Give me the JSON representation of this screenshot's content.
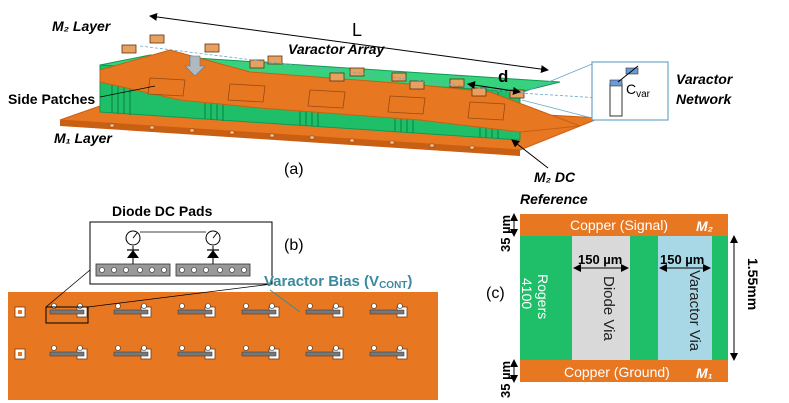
{
  "panel_a": {
    "tag": "(a)",
    "m2_layer": "M₂ Layer",
    "m1_layer": "M₁ Layer",
    "varactor_array": "Varactor Array",
    "side_patches": "Side Patches",
    "length_L": "L",
    "spacing_d": "d",
    "cvar": "C",
    "cvar_sub": "var",
    "varactor_network_1": "Varactor",
    "varactor_network_2": "Network",
    "m2_dc_1": "M₂ DC",
    "m2_dc_2": "Reference"
  },
  "panel_b": {
    "tag": "(b)",
    "diode_dc_pads": "Diode DC Pads",
    "varactor_bias": "Varactor Bias (V",
    "varactor_bias_sub": "CONT",
    "varactor_bias_end": ")"
  },
  "panel_c": {
    "tag": "(c)",
    "copper_signal": "Copper (Signal)",
    "m2": "M₂",
    "copper_ground": "Copper (Ground)",
    "m1": "M₁",
    "rogers_1": "Rogers",
    "rogers_2": "4100",
    "diode_via": "Diode Via",
    "varactor_via": "Varactor Via",
    "dim_150_a": "150 µm",
    "dim_150_b": "150 µm",
    "dim_35_top": "35 µm",
    "dim_35_bottom": "35 µm",
    "dim_thickness": "1.55mm"
  },
  "colors": {
    "copper": "#e87722",
    "copper_dark": "#c95f12",
    "substrate": "#1fbf6a",
    "substrate_dark": "#0f9a50",
    "diode_via": "#d9d9d9",
    "varactor_via": "#a8d8e6",
    "bias_text": "#3b8a9e"
  }
}
